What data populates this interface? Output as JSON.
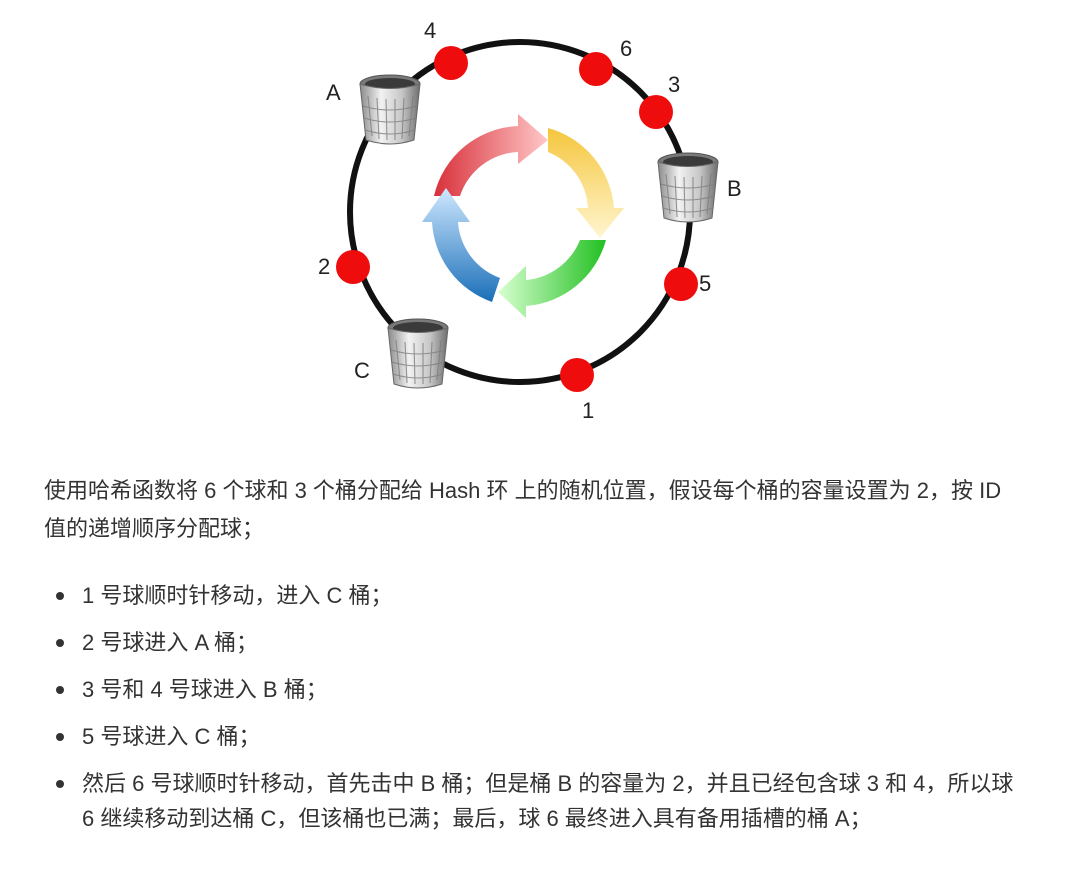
{
  "diagram": {
    "balls": [
      {
        "id": "ball-4",
        "label": "4"
      },
      {
        "id": "ball-6",
        "label": "6"
      },
      {
        "id": "ball-3",
        "label": "3"
      },
      {
        "id": "ball-5",
        "label": "5"
      },
      {
        "id": "ball-1",
        "label": "1"
      },
      {
        "id": "ball-2",
        "label": "2"
      }
    ],
    "buckets": [
      {
        "id": "bucket-a",
        "label": "A"
      },
      {
        "id": "bucket-b",
        "label": "B"
      },
      {
        "id": "bucket-c",
        "label": "C"
      }
    ],
    "colors": {
      "ring": "#111111",
      "ball": "#ee0c0c",
      "arrow_red": "#e8474a",
      "arrow_yellow": "#f3c94a",
      "arrow_green": "#3ccf3c",
      "arrow_blue": "#2f8cd0"
    },
    "icons": [
      "trash-bin-icon",
      "cycle-arrows-icon"
    ]
  },
  "text": {
    "intro": "使用哈希函数将 6 个球和 3 个桶分配给 Hash 环 上的随机位置，假设每个桶的容量设置为 2，按 ID 值的递增顺序分配球；",
    "steps": [
      "1 号球顺时针移动，进入 C 桶；",
      "2 号球进入 A 桶；",
      "3 号和 4 号球进入 B 桶；",
      "5 号球进入 C 桶；",
      "然后 6 号球顺时针移动，首先击中 B 桶；但是桶 B 的容量为 2，并且已经包含球 3 和 4，所以球 6 继续移动到达桶 C，但该桶也已满；最后，球 6 最终进入具有备用插槽的桶 A；"
    ]
  }
}
